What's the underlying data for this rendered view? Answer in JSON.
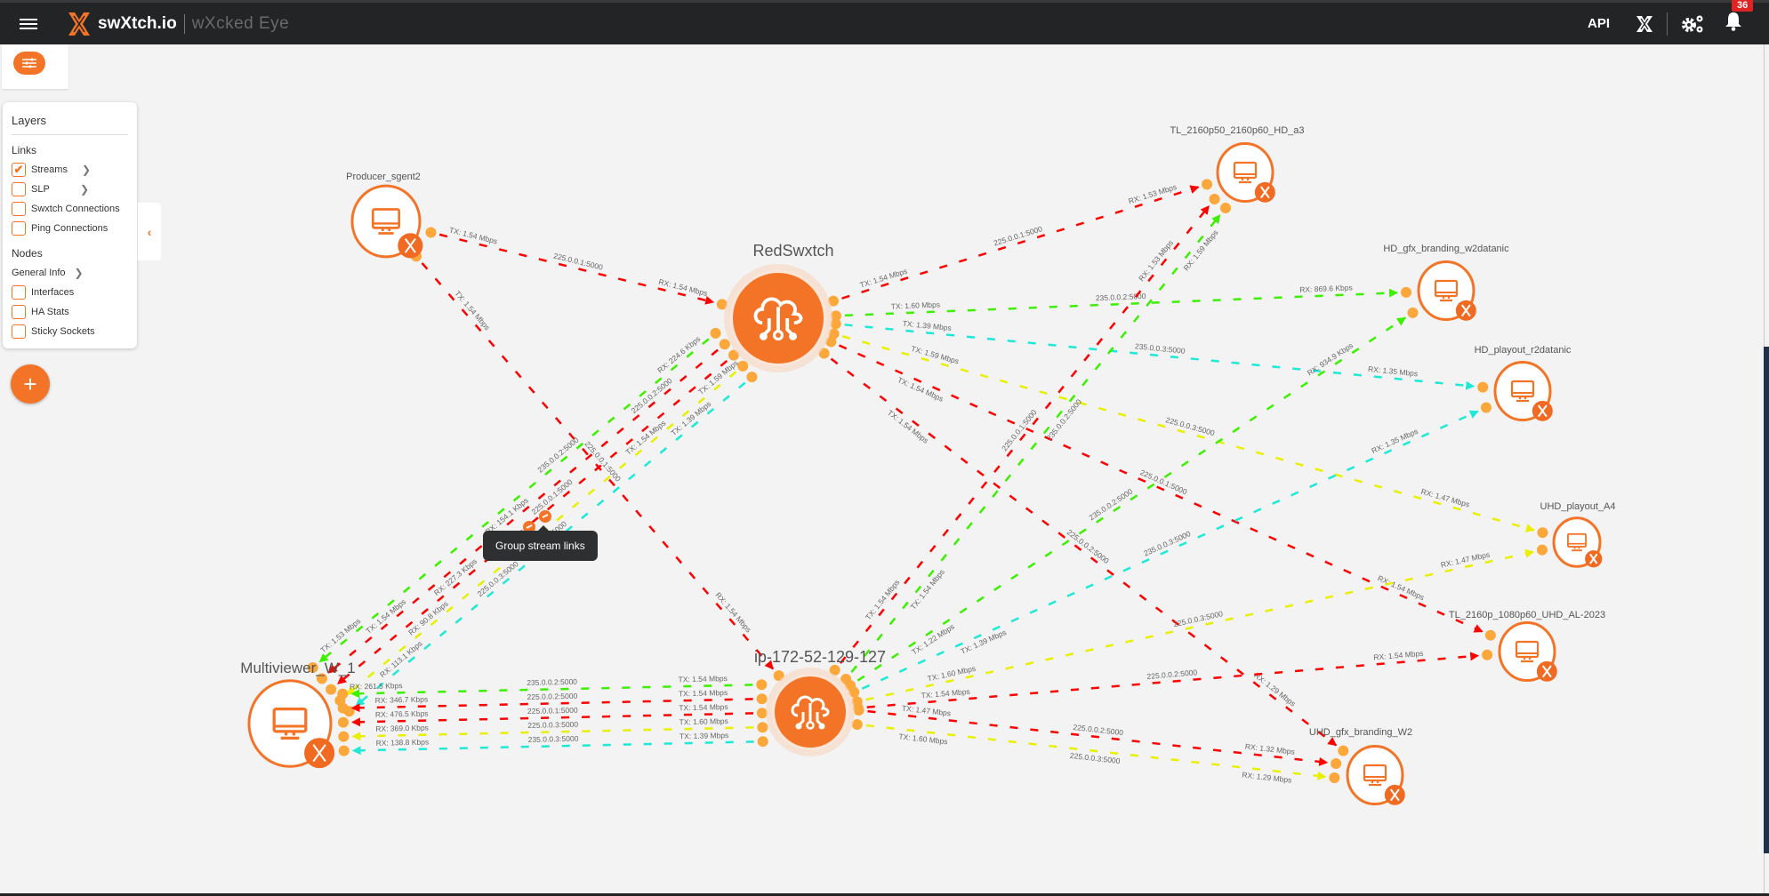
{
  "header": {
    "brand": "swXtch.io",
    "product": "wXcked Eye",
    "api_label": "API",
    "notification_count": "36"
  },
  "layers": {
    "title": "Layers",
    "links_heading": "Links",
    "links": [
      {
        "label": "Streams",
        "checked": true,
        "submenu": true
      },
      {
        "label": "SLP",
        "checked": false,
        "submenu": true
      },
      {
        "label": "Swxtch Connections",
        "checked": false,
        "submenu": false
      },
      {
        "label": "Ping Connections",
        "checked": false,
        "submenu": false
      }
    ],
    "nodes_heading": "Nodes",
    "general_info": "General Info",
    "nodes": [
      {
        "label": "Interfaces",
        "checked": false
      },
      {
        "label": "HA Stats",
        "checked": false
      },
      {
        "label": "Sticky Sockets",
        "checked": false
      }
    ]
  },
  "tooltip": "Group stream links",
  "colors": {
    "accent": "#f47427",
    "red": "#ff0000",
    "yellow": "#e8f000",
    "cyan": "#1de9d6",
    "green": "#3cf000",
    "port": "#fba73a"
  },
  "nodes": [
    {
      "id": "producer",
      "label": "Producer_sgent2",
      "type": "host"
    },
    {
      "id": "red",
      "label": "RedSwxtch",
      "type": "swxtch"
    },
    {
      "id": "ip",
      "label": "ip-172-52-129-127",
      "type": "swxtch"
    },
    {
      "id": "mv",
      "label": "Multiviewer_W_1",
      "type": "host"
    },
    {
      "id": "tl1",
      "label": "TL_2160p50_2160p60_HD_a3",
      "type": "host"
    },
    {
      "id": "gfx1",
      "label": "HD_gfx_branding_w2datanic",
      "type": "host"
    },
    {
      "id": "play1",
      "label": "HD_playout_r2datanic",
      "type": "host"
    },
    {
      "id": "uhdp",
      "label": "UHD_playout_A4",
      "type": "host"
    },
    {
      "id": "tl2",
      "label": "TL_2160p_1080p60_UHD_AL-2023",
      "type": "host"
    },
    {
      "id": "gfx2",
      "label": "UHD_gfx_branding_W2",
      "type": "host"
    }
  ],
  "links": [
    {
      "from": "producer",
      "to": "red",
      "address": "225.0.0.1:5000",
      "color": "red",
      "tx": "TX: 1.54 Mbps",
      "rx": "RX: 1.54 Mbps"
    },
    {
      "from": "producer",
      "to": "ip",
      "address": "225.0.0.1:5000",
      "color": "red",
      "tx": "TX: 1.54 Mbps",
      "rx": "RX: 1.54 Mbps"
    },
    {
      "from": "red",
      "to": "mv",
      "address": "235.0.0.3:5000",
      "color": "cyan",
      "tx": "TX: 1.39 Mbps",
      "rx": "RX: 113.1 Kbps"
    },
    {
      "from": "red",
      "to": "mv",
      "address": "225.0.0.3:5000",
      "color": "yellow",
      "tx": "TX: 1.59 Mbps",
      "rx": "RX: 90.8 Kbps"
    },
    {
      "from": "red",
      "to": "mv",
      "address": "225.0.0.1:5000",
      "color": "red",
      "tx": "TX: 1.54 Mbps",
      "rx": "RX: 227.3 Kbps"
    },
    {
      "from": "red",
      "to": "mv",
      "address": "225.0.0.2:5000",
      "color": "red",
      "tx": "TX: 1.54 Mbps",
      "rx": "RX: 154.1 Kbps"
    },
    {
      "from": "red",
      "to": "mv",
      "address": "235.0.0.2:5000",
      "color": "green",
      "tx": "TX: 1.53 Mbps",
      "rx": "RX: 224.6 Kbps"
    },
    {
      "from": "ip",
      "to": "mv",
      "address": "235.0.0.3:5000",
      "color": "cyan",
      "tx": "TX: 1.39 Mbps",
      "rx": "RX: 138.8 Kbps"
    },
    {
      "from": "ip",
      "to": "mv",
      "address": "225.0.0.3:5000",
      "color": "yellow",
      "tx": "TX: 1.60 Mbps",
      "rx": "RX: 369.0 Kbps"
    },
    {
      "from": "ip",
      "to": "mv",
      "address": "225.0.0.1:5000",
      "color": "red",
      "tx": "TX: 1.54 Mbps",
      "rx": "RX: 476.5 Kbps"
    },
    {
      "from": "ip",
      "to": "mv",
      "address": "225.0.0.2:5000",
      "color": "red",
      "tx": "TX: 1.54 Mbps",
      "rx": "RX: 346.7 Kbps"
    },
    {
      "from": "ip",
      "to": "mv",
      "address": "235.0.0.2:5000",
      "color": "green",
      "tx": "TX: 1.54 Mbps",
      "rx": "RX: 261.5 Kbps"
    },
    {
      "from": "red",
      "to": "tl1",
      "address": "225.0.0.1:5000",
      "color": "red",
      "tx": "TX: 1.54 Mbps",
      "rx": "RX: 1.53 Mbps"
    },
    {
      "from": "red",
      "to": "gfx1",
      "address": "235.0.0.2:5000",
      "color": "green",
      "tx": "TX: 1.60 Mbps",
      "rx": "RX: 869.6 Kbps"
    },
    {
      "from": "red",
      "to": "play1",
      "address": "235.0.0.3:5000",
      "color": "cyan",
      "tx": "TX: 1.39 Mbps",
      "rx": "RX: 1.35 Mbps"
    },
    {
      "from": "red",
      "to": "uhdp",
      "address": "225.0.0.3:5000",
      "color": "yellow",
      "tx": "TX: 1.59 Mbps",
      "rx": "RX: 1.47 Mbps"
    },
    {
      "from": "red",
      "to": "tl2",
      "address": "225.0.0.1:5000",
      "color": "red",
      "tx": "TX: 1.54 Mbps",
      "rx": "RX: 1.54 Mbps"
    },
    {
      "from": "red",
      "to": "gfx2",
      "address": "225.0.0.2:5000",
      "color": "red",
      "tx": "TX: 1.54 Mbps",
      "rx": "RX: 1.29 Mbps"
    },
    {
      "from": "ip",
      "to": "tl1",
      "address": "225.0.0.1:5000",
      "color": "red",
      "tx": "TX: 1.54 Mbps",
      "rx": "RX: 1.53 Mbps"
    },
    {
      "from": "ip",
      "to": "tl1",
      "address": "235.0.0.2:5000",
      "color": "green",
      "tx": "TX: 1.54 Mbps",
      "rx": "RX: 1.59 Mbps"
    },
    {
      "from": "ip",
      "to": "gfx1",
      "address": "235.0.0.2:5000",
      "color": "green",
      "tx": "TX: 1.22 Mbps",
      "rx": "RX: 934.9 Kbps"
    },
    {
      "from": "ip",
      "to": "play1",
      "address": "235.0.0.3:5000",
      "color": "cyan",
      "tx": "TX: 1.39 Mbps",
      "rx": "RX: 1.35 Mbps"
    },
    {
      "from": "ip",
      "to": "uhdp",
      "address": "225.0.0.3:5000",
      "color": "yellow",
      "tx": "TX: 1.60 Mbps",
      "rx": "RX: 1.47 Mbps"
    },
    {
      "from": "ip",
      "to": "tl2",
      "address": "225.0.0.2:5000",
      "color": "red",
      "tx": "TX: 1.54 Mbps",
      "rx": "RX: 1.54 Mbps"
    },
    {
      "from": "ip",
      "to": "gfx2",
      "address": "225.0.0.2:5000",
      "color": "red",
      "tx": "TX: 1.47 Mbps",
      "rx": "RX: 1.32 Mbps"
    },
    {
      "from": "ip",
      "to": "gfx2",
      "address": "225.0.0.3:5000",
      "color": "yellow",
      "tx": "TX: 1.60 Mbps",
      "rx": "RX: 1.29 Mbps"
    }
  ]
}
